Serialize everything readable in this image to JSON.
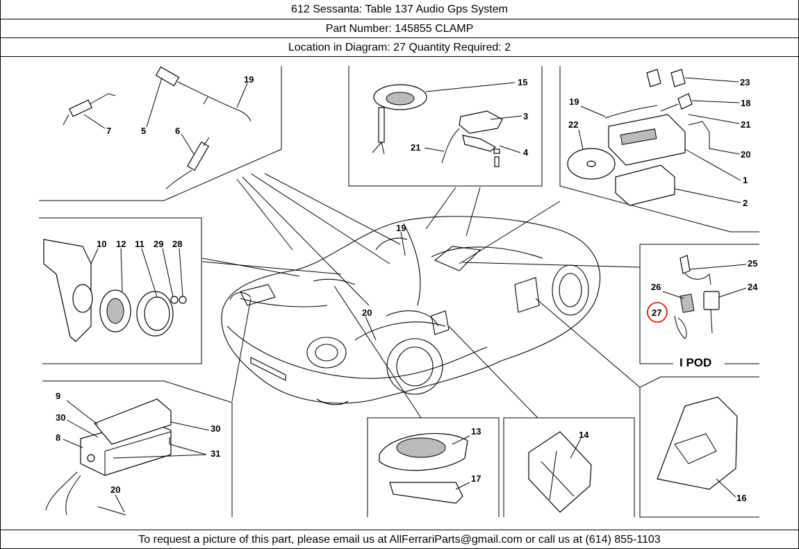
{
  "header": {
    "title_line": "612 Sessanta:   Table 137 Audio Gps System",
    "part_line": "Part Number: 145855   CLAMP",
    "location_line": "Location in Diagram: 27   Quantity Required: 2"
  },
  "diagram": {
    "highlight_color": "#d40000",
    "section_label": "I POD",
    "callouts": {
      "c1": "1",
      "c2": "2",
      "c3": "3",
      "c4": "4",
      "c5": "5",
      "c6": "6",
      "c7": "7",
      "c8": "8",
      "c9": "9",
      "c10": "10",
      "c11": "11",
      "c12": "12",
      "c13": "13",
      "c14": "14",
      "c15": "15",
      "c16": "16",
      "c17": "17",
      "c18": "18",
      "c19a": "19",
      "c19b": "19",
      "c19c": "19",
      "c20a": "20",
      "c20b": "20",
      "c20c": "20",
      "c21a": "21",
      "c21b": "21",
      "c22": "22",
      "c23": "23",
      "c24": "24",
      "c25": "25",
      "c26": "26",
      "c27": "27",
      "c28": "28",
      "c29": "29",
      "c30a": "30",
      "c30b": "30",
      "c31": "31"
    }
  },
  "footer": {
    "text": "To request a picture of this part, please email us at AllFerrariParts@gmail.com or call us at (614) 855-1103"
  }
}
